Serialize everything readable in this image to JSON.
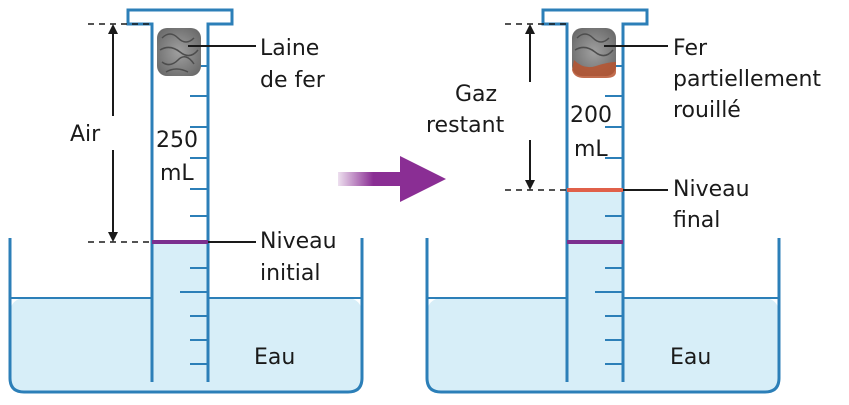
{
  "left_panel": {
    "air_label": "Air",
    "volume_line1": "250",
    "volume_line2": "mL",
    "steel_wool_line1": "Laine",
    "steel_wool_line2": "de fer",
    "level_line1": "Niveau",
    "level_line2": "initial",
    "water_label": "Eau"
  },
  "right_panel": {
    "gas_line1": "Gaz",
    "gas_line2": "restant",
    "volume_line1": "200",
    "volume_line2": "mL",
    "iron_line1": "Fer",
    "iron_line2": "partiellement",
    "iron_line3": "rouillé",
    "level_line1": "Niveau",
    "level_line2": "final",
    "water_label": "Eau"
  },
  "colors": {
    "water": "#d7eef8",
    "outline": "#2c7fb8",
    "arrow": "#8a2e94",
    "initial_level": "#7b2f8f",
    "final_level": "#e0604a",
    "steel_wool": "#8a8a8a",
    "rust": "#b7532f"
  }
}
